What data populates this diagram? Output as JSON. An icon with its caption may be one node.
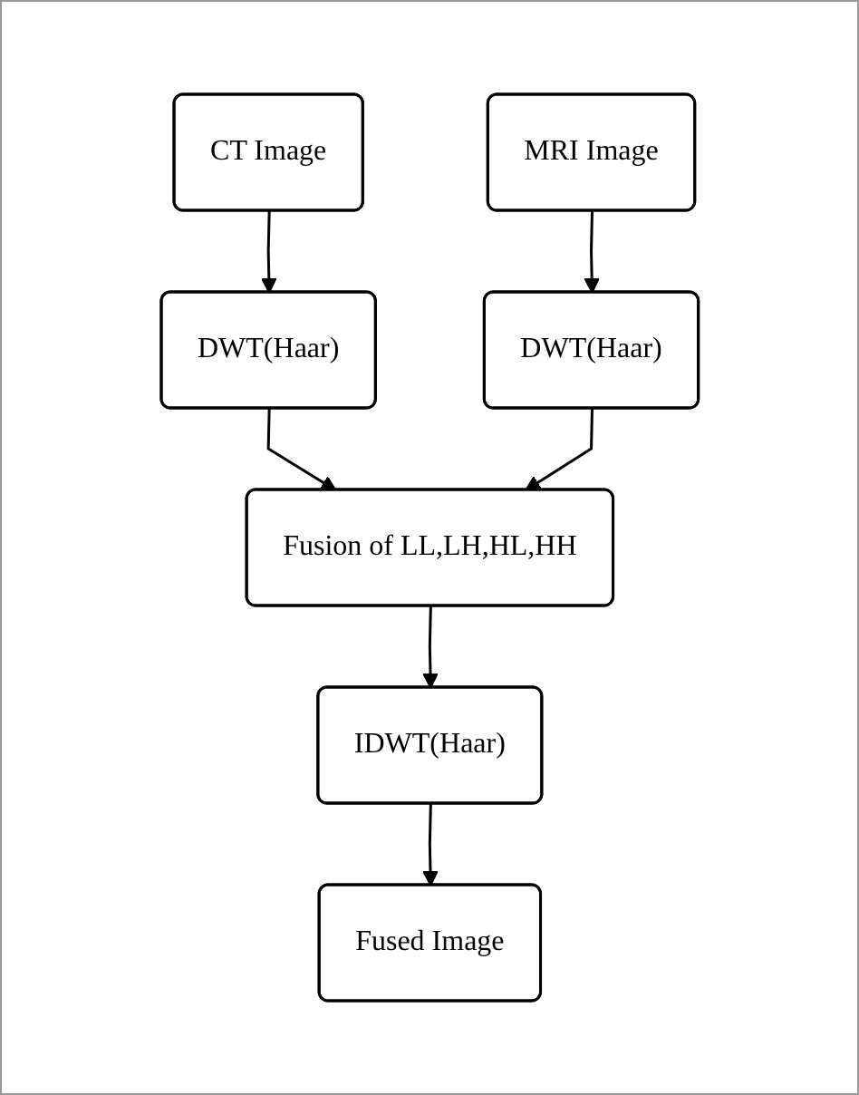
{
  "diagram": {
    "nodes": [
      {
        "text": [
          "CT Image"
        ]
      },
      {
        "text": [
          "MRI Image"
        ]
      },
      {
        "text": [
          "DWT(Haar)"
        ]
      },
      {
        "text": [
          "DWT(Haar)"
        ]
      },
      {
        "text": [
          "Fusion of LL,LH,HL,HH"
        ]
      },
      {
        "text": [
          "IDWT(Haar)"
        ]
      },
      {
        "text": [
          "Fused Image"
        ]
      }
    ],
    "edges": [
      {
        "from": 0,
        "to": 2,
        "arrow": "to"
      },
      {
        "from": 1,
        "to": 3,
        "arrow": "to"
      },
      {
        "from": 2,
        "to": 4,
        "arrow": "to"
      },
      {
        "from": 3,
        "to": 4,
        "arrow": "to"
      },
      {
        "from": 4,
        "to": 5,
        "arrow": "to"
      },
      {
        "from": 5,
        "to": 6,
        "arrow": "to"
      }
    ]
  }
}
